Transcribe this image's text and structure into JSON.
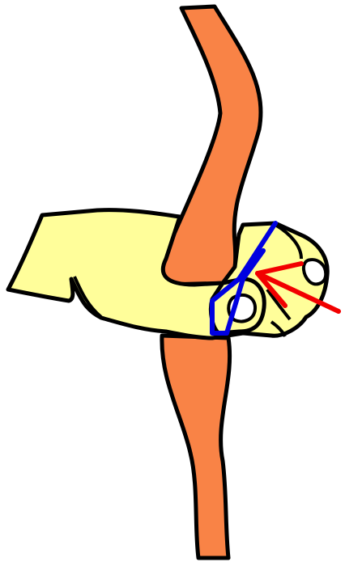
{
  "diagram": {
    "subject": "hand-gripping-bow",
    "colors": {
      "bow_limb": "#F98346",
      "hand": "#FFFE9A",
      "thumb_nail": "#FFFFFF",
      "outline": "#000000",
      "wrap_line": "#0000E0",
      "arrow": "#F20000"
    },
    "elements": [
      {
        "name": "bow-limb-upper",
        "kind": "bow"
      },
      {
        "name": "bow-limb-lower",
        "kind": "bow"
      },
      {
        "name": "hand",
        "kind": "hand"
      },
      {
        "name": "grip-wrap-line",
        "kind": "line"
      },
      {
        "name": "force-arrow",
        "kind": "arrow"
      }
    ]
  }
}
